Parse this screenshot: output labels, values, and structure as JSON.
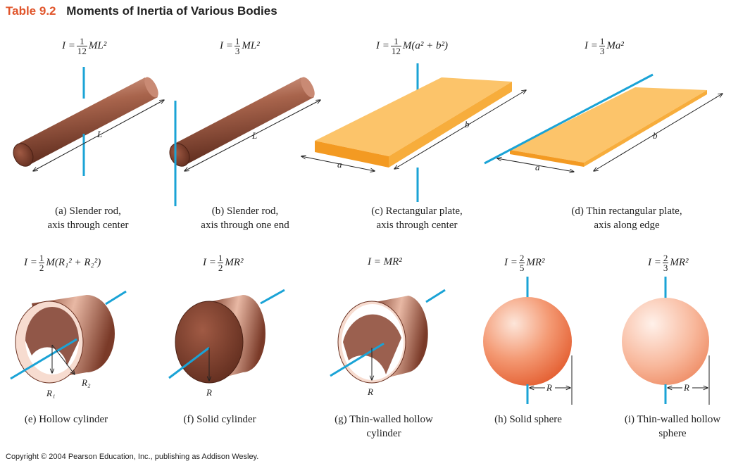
{
  "table": {
    "number": "Table 9.2",
    "title": "Moments of Inertia of Various Bodies"
  },
  "colors": {
    "axis": "#1aa3d6",
    "rod": "#a0604a",
    "plate": "#f9b24c",
    "sphere": "#ee6f3f",
    "title_accent": "#e0542a"
  },
  "items": [
    {
      "id": "a",
      "pre": "I =",
      "num": "1",
      "den": "12",
      "post": "ML²",
      "caption1": "(a) Slender rod,",
      "caption2": "axis through center",
      "dim1": "L"
    },
    {
      "id": "b",
      "pre": "I =",
      "num": "1",
      "den": "3",
      "post": "ML²",
      "caption1": "(b) Slender rod,",
      "caption2": "axis through one end",
      "dim1": "L"
    },
    {
      "id": "c",
      "pre": "I =",
      "num": "1",
      "den": "12",
      "post": "M(a² + b²)",
      "caption1": "(c) Rectangular plate,",
      "caption2": "axis through center",
      "dim1": "a",
      "dim2": "b"
    },
    {
      "id": "d",
      "pre": "I =",
      "num": "1",
      "den": "3",
      "post": "Ma²",
      "caption1": "(d) Thin rectangular plate,",
      "caption2": "axis along edge",
      "dim1": "a",
      "dim2": "b"
    },
    {
      "id": "e",
      "pre": "I =",
      "num": "1",
      "den": "2",
      "post": "M(R₁² + R₂²)",
      "caption1": "(e) Hollow cylinder",
      "caption2": "",
      "dim1": "R₁",
      "dim2": "R₂"
    },
    {
      "id": "f",
      "pre": "I =",
      "num": "1",
      "den": "2",
      "post": "MR²",
      "caption1": "(f) Solid cylinder",
      "caption2": "",
      "dim1": "R"
    },
    {
      "id": "g",
      "pre": "I = MR²",
      "num": "",
      "den": "",
      "post": "",
      "caption1": "(g) Thin-walled hollow",
      "caption2": "cylinder",
      "dim1": "R"
    },
    {
      "id": "h",
      "pre": "I =",
      "num": "2",
      "den": "5",
      "post": "MR²",
      "caption1": "(h) Solid sphere",
      "caption2": "",
      "dim1": "R"
    },
    {
      "id": "i",
      "pre": "I =",
      "num": "2",
      "den": "3",
      "post": "MR²",
      "caption1": "(i) Thin-walled hollow",
      "caption2": "sphere",
      "dim1": "R"
    }
  ],
  "copyright": "Copyright © 2004 Pearson Education, Inc., publishing as Addison Wesley."
}
